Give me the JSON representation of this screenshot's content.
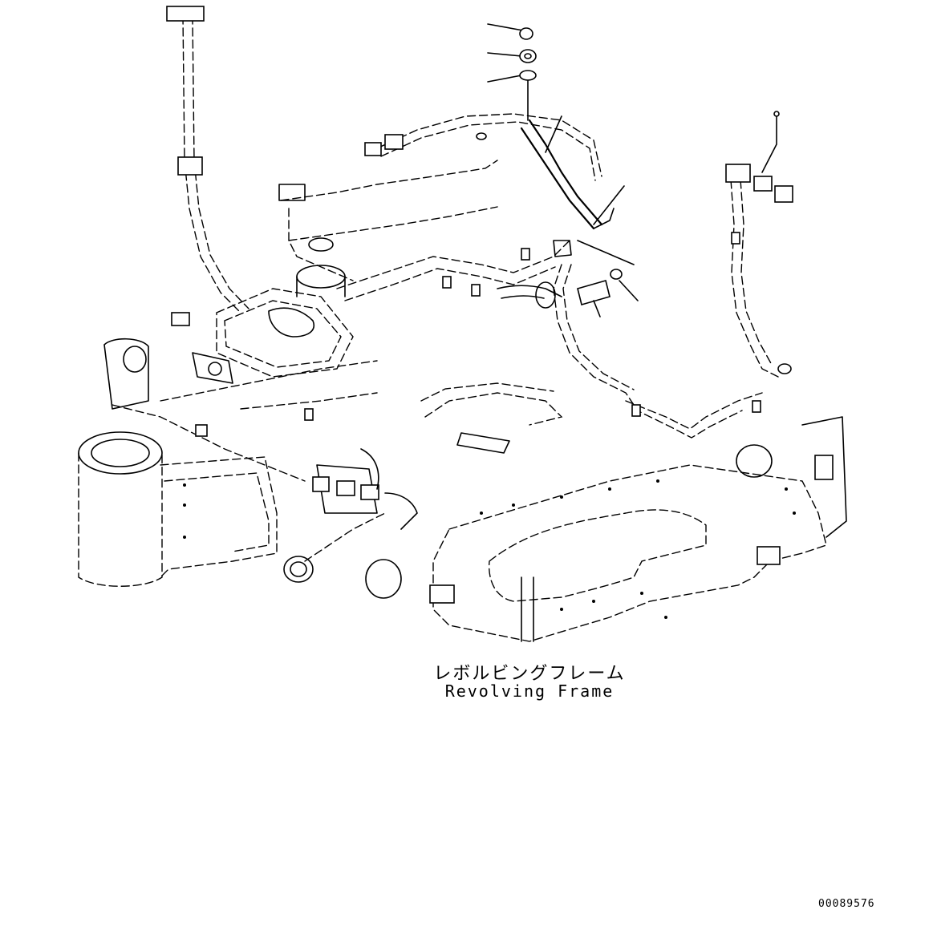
{
  "caption": {
    "japanese": "レボルビングフレーム",
    "english": "Revolving Frame"
  },
  "document_number": "00089576",
  "colors": {
    "line": "#000000",
    "background": "#ffffff"
  }
}
